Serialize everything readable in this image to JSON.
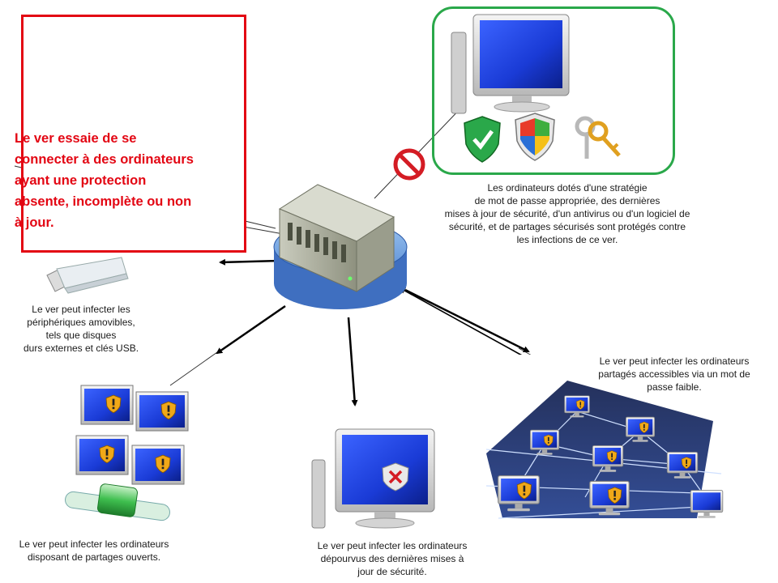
{
  "callout": {
    "lines": [
      "Le ver essaie de se",
      "connecter à des ordinateurs",
      "ayant une protection",
      "absente, incomplète ou non",
      "à jour."
    ],
    "border_color": "#e30613",
    "text_color": "#e30613"
  },
  "protected": {
    "lines": [
      "Les ordinateurs dotés d'une stratégie",
      "de mot de passe appropriée, des dernières",
      "mises à jour de sécurité, d'un antivirus ou d'un logiciel de",
      "sécurité, et de partages sécurisés sont protégés contre",
      "les infections de ce ver."
    ],
    "border_color": "#2aa84a"
  },
  "usb": {
    "lines": [
      "Le ver peut infecter les",
      "périphériques amovibles,",
      "tels que disques",
      "durs externes et clés USB."
    ]
  },
  "shares": {
    "lines": [
      "Le ver peut infecter les ordinateurs",
      "disposant de partages ouverts."
    ]
  },
  "updates": {
    "lines": [
      "Le ver peut infecter les ordinateurs",
      "dépourvus des dernières mises à",
      "jour de sécurité."
    ]
  },
  "weak_password": {
    "lines": [
      "Le ver peut infecter les ordinateurs",
      "partagés accessibles via un mot de",
      "passe faible."
    ]
  },
  "colors": {
    "screen_blue": "#1a3bd6",
    "shield_gold": "#f0a818",
    "danger_red": "#d41c24",
    "safe_green": "#2aa84a"
  }
}
